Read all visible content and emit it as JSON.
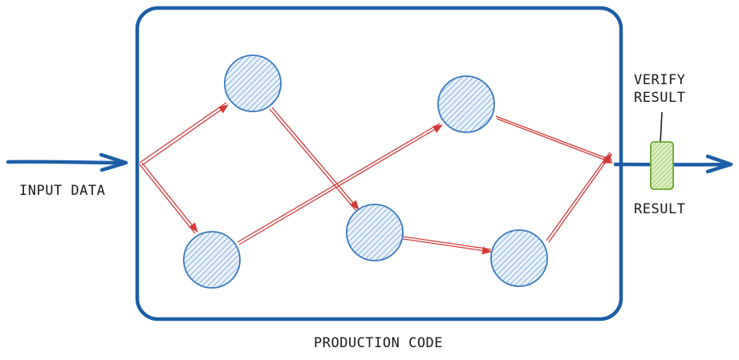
{
  "labels": {
    "input": "INPUT DATA",
    "production": "PRODUCTION CODE",
    "verify_line1": "VERIFY",
    "verify_line2": "RESULT",
    "result": "RESULT"
  },
  "colors": {
    "box_stroke": "#1d5fa6",
    "node_stroke": "#3b78bf",
    "node_hatch": "#6a9fd8",
    "node_fill": "#e3eefb",
    "edge": "#d23a3a",
    "main_arrow": "#1d5fa6",
    "check_stroke": "#6aa62a",
    "check_fill": "#c9e6a4"
  },
  "icons": {
    "check": "green-checkpoint-rect"
  }
}
